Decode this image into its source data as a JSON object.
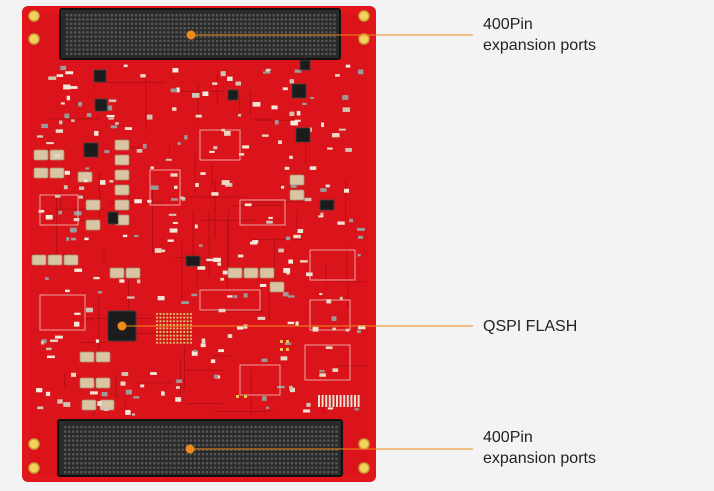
{
  "colors": {
    "background": "#f3f3f3",
    "board": "#e0161b",
    "board_dark": "#b50f14",
    "connector": "#2a2a2a",
    "pin": "#4a4a4a",
    "chip": "#1c1c1c",
    "beige": "#d9c4a4",
    "pad": "#d8c06a",
    "leader": "#f08a1c",
    "text": "#222222"
  },
  "callouts": [
    {
      "id": "top-connector",
      "lines": [
        "400Pin",
        "expansion ports"
      ]
    },
    {
      "id": "qspi-flash",
      "lines": [
        "QSPI FLASH"
      ]
    },
    {
      "id": "bottom-connector",
      "lines": [
        "400Pin",
        "expansion ports"
      ]
    }
  ]
}
